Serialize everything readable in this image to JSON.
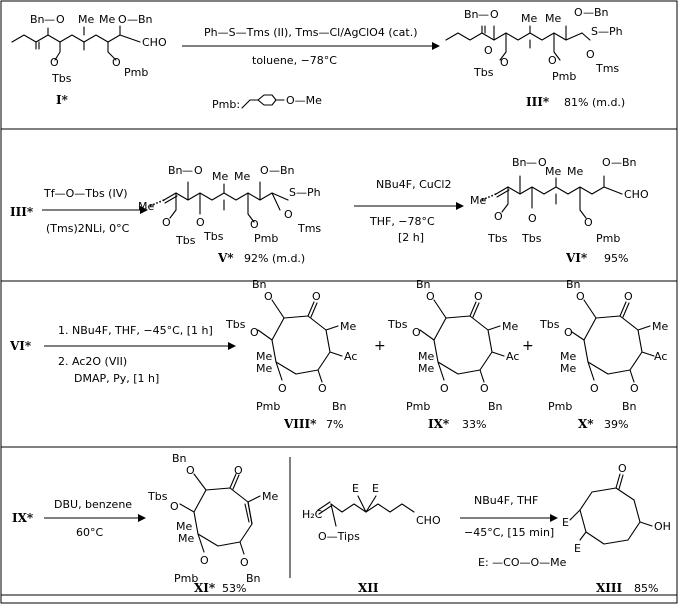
{
  "compounds": {
    "I": "I*",
    "III": "III*",
    "V": "V*",
    "VI": "VI*",
    "VIII": "VIII*",
    "IX": "IX*",
    "X": "X*",
    "XI": "XI*",
    "XII": "XII",
    "XIII": "XIII"
  },
  "yields": {
    "III": "81% (m.d.)",
    "V": "92% (m.d.)",
    "VI": "95%",
    "VIII": "7%",
    "IX": "33%",
    "X": "39%",
    "XI": "53%",
    "XIII": "85%"
  },
  "groups": {
    "bn": "Bn",
    "tbs": "Tbs",
    "pmb": "Pmb",
    "me": "Me",
    "tms": "Tms",
    "sph": "S—Ph",
    "cho": "CHO",
    "ac": "Ac",
    "o": "O",
    "e": "E",
    "oh": "OH",
    "otips": "O—Tips",
    "ome": "O—Me"
  },
  "conditions": {
    "r1_above": "Ph—S—Tms (II), Tms—Cl/AgClO4 (cat.)",
    "r1_below": "toluene, −78°C",
    "pmb_def": "Pmb:",
    "r2_above": "Tf—O—Tbs (IV)",
    "r2_below": "(Tms)2NLi, 0°C",
    "r3_above": "NBu4F, CuCl2",
    "r3_below1": "THF,  −78°C",
    "r3_below2": "[2 h]",
    "r4_above": "1. NBu4F, THF,  −45°C, [1 h]",
    "r4_below1": "2. Ac2O   (VII)",
    "r4_below2": "DMAP, Py, [1 h]",
    "r5_above": "DBU,  benzene",
    "r5_below": "60°C",
    "r6_above": "NBu4F, THF",
    "r6_below": "−45°C, [15 min]",
    "e_def": "E: —CO—O—Me",
    "plus": "+"
  }
}
